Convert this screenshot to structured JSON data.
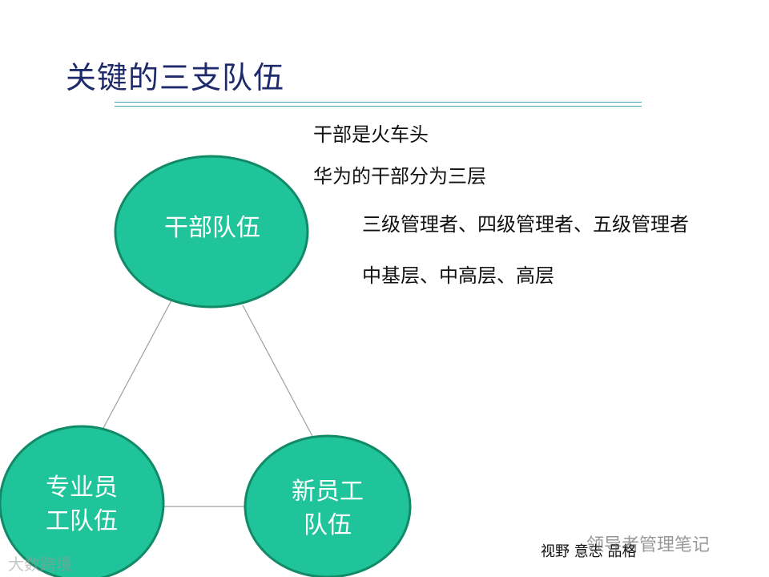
{
  "slide": {
    "title": "关键的三支队伍"
  },
  "notes": {
    "line1": "干部是火车头",
    "line2": "华为的干部分为三层",
    "line3": "三级管理者、四级管理者、五级管理者",
    "line4": "中基层、中高层、高层"
  },
  "diagram": {
    "nodes": {
      "cadre": "干部队伍",
      "professional_line1": "专业员",
      "professional_line2": "工队伍",
      "new_line1": "新员工",
      "new_line2": "队伍"
    },
    "colors": {
      "node_fill": "#20c49a",
      "node_stroke": "#128a67",
      "connector": "#9aa0a6"
    }
  },
  "footer": {
    "text": "视野 意志 品格"
  },
  "watermarks": {
    "right": "领导者管理笔记",
    "left": "大数跨境"
  }
}
